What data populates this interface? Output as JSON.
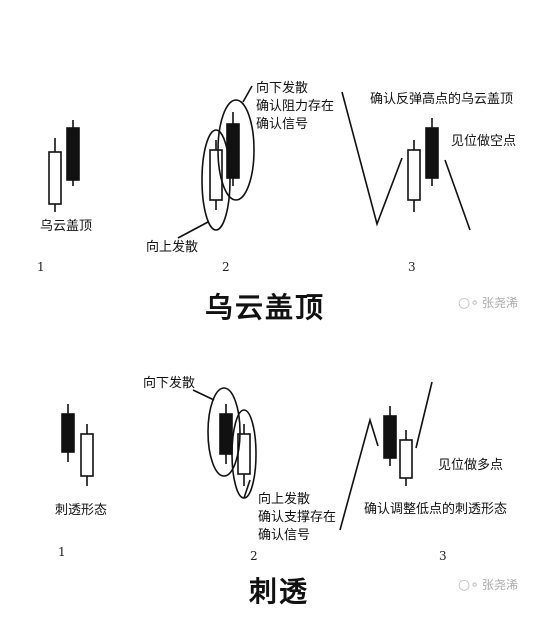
{
  "top": {
    "title": "乌云盖顶",
    "panel1": {
      "label": "乌云盖顶",
      "number": "1"
    },
    "panel2": {
      "up_label": "向上发散",
      "down_label": [
        "向下发散",
        "确认阻力存在",
        "确认信号"
      ],
      "number": "2"
    },
    "panel3": {
      "top_label": "确认反弹高点的乌云盖顶",
      "side_label": "见位做空点",
      "number": "3"
    },
    "watermark": "张尧浠"
  },
  "bottom": {
    "title": "刺透",
    "panel1": {
      "label": "刺透形态",
      "number": "1"
    },
    "panel2": {
      "down_label": "向下发散",
      "up_label": [
        "向上发散",
        "确认支撑存在",
        "确认信号"
      ],
      "number": "2"
    },
    "panel3": {
      "side_label": "见位做多点",
      "bottom_label": "确认调整低点的刺透形态",
      "number": "3"
    },
    "watermark": "张尧浠"
  },
  "colors": {
    "ink": "#111111",
    "watermark": "#aaaaaa"
  },
  "icons": {
    "watermark": "wechat-icon"
  }
}
